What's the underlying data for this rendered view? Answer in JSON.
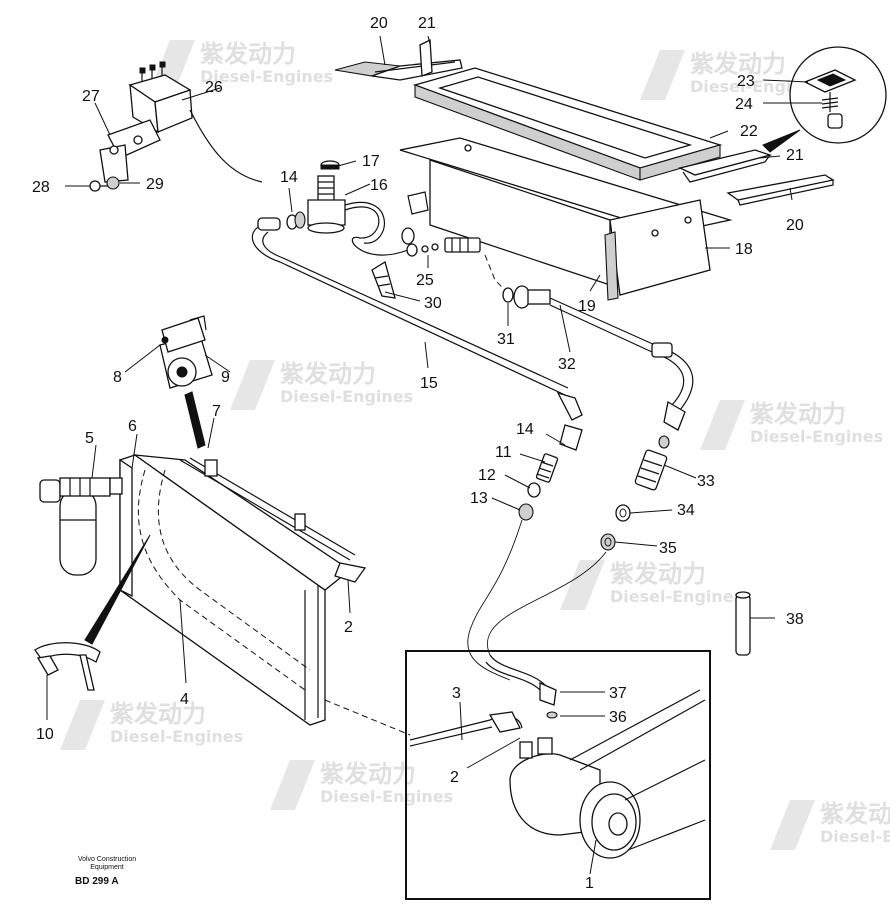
{
  "diagram": {
    "callouts": [
      "1",
      "2",
      "2",
      "3",
      "4",
      "5",
      "6",
      "7",
      "8",
      "9",
      "10",
      "11",
      "12",
      "13",
      "14",
      "14",
      "15",
      "16",
      "17",
      "18",
      "19",
      "20",
      "20",
      "21",
      "21",
      "22",
      "23",
      "24",
      "25",
      "26",
      "27",
      "28",
      "29",
      "30",
      "31",
      "32",
      "33",
      "34",
      "35",
      "36",
      "37",
      "38"
    ],
    "caption_lines": [
      "Volvo Construction",
      "Equipment"
    ],
    "figure_code": "BD 299 A"
  },
  "watermark": {
    "brand_cn": "紫发动力",
    "brand_en": "Diesel-Engines"
  }
}
